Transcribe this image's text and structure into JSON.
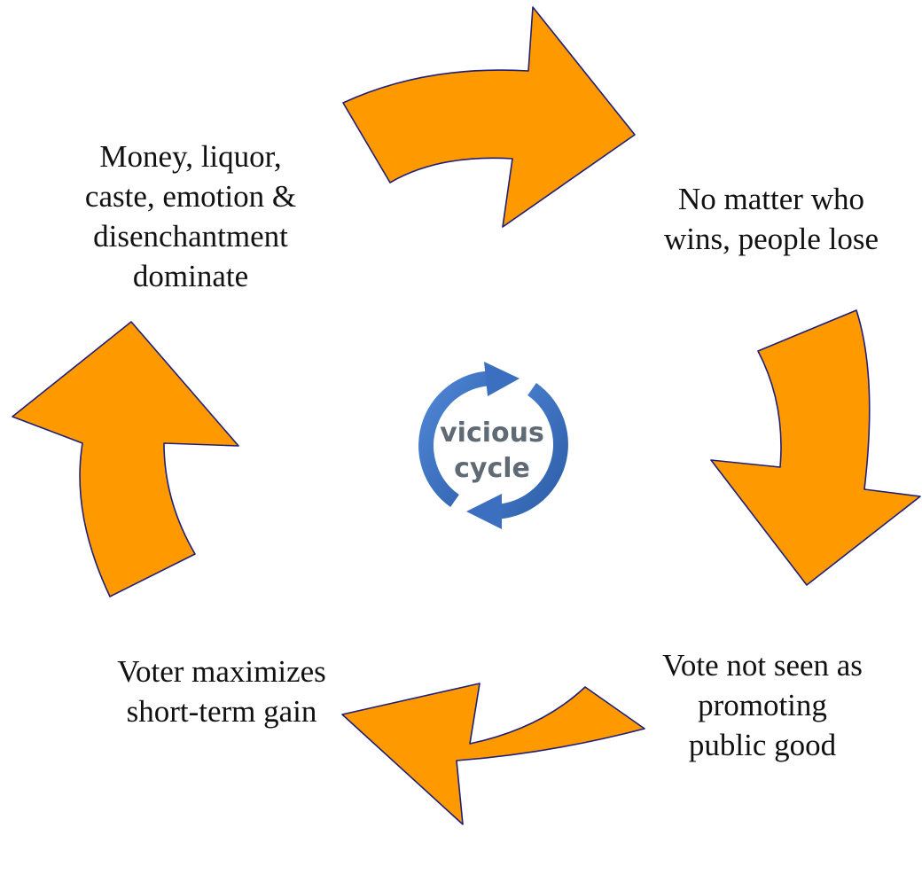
{
  "diagram": {
    "logo": {
      "line1": "vicious",
      "line2": "cycle",
      "icon": "circular-arrows-icon",
      "ring_color": "#3d6fc0",
      "text_color": "#5f6a75"
    },
    "arrow_color": "#FF9900",
    "arrow_outline_color": "#1f1f7a",
    "steps": [
      {
        "lines": [
          "Money, liquor,",
          "caste, emotion &",
          "disenchantment",
          "dominate"
        ]
      },
      {
        "lines": [
          "No matter who",
          "wins, people lose"
        ]
      },
      {
        "lines": [
          "Vote not seen as",
          "promoting",
          "public good"
        ]
      },
      {
        "lines": [
          "Voter maximizes",
          "short-term gain"
        ]
      }
    ]
  }
}
